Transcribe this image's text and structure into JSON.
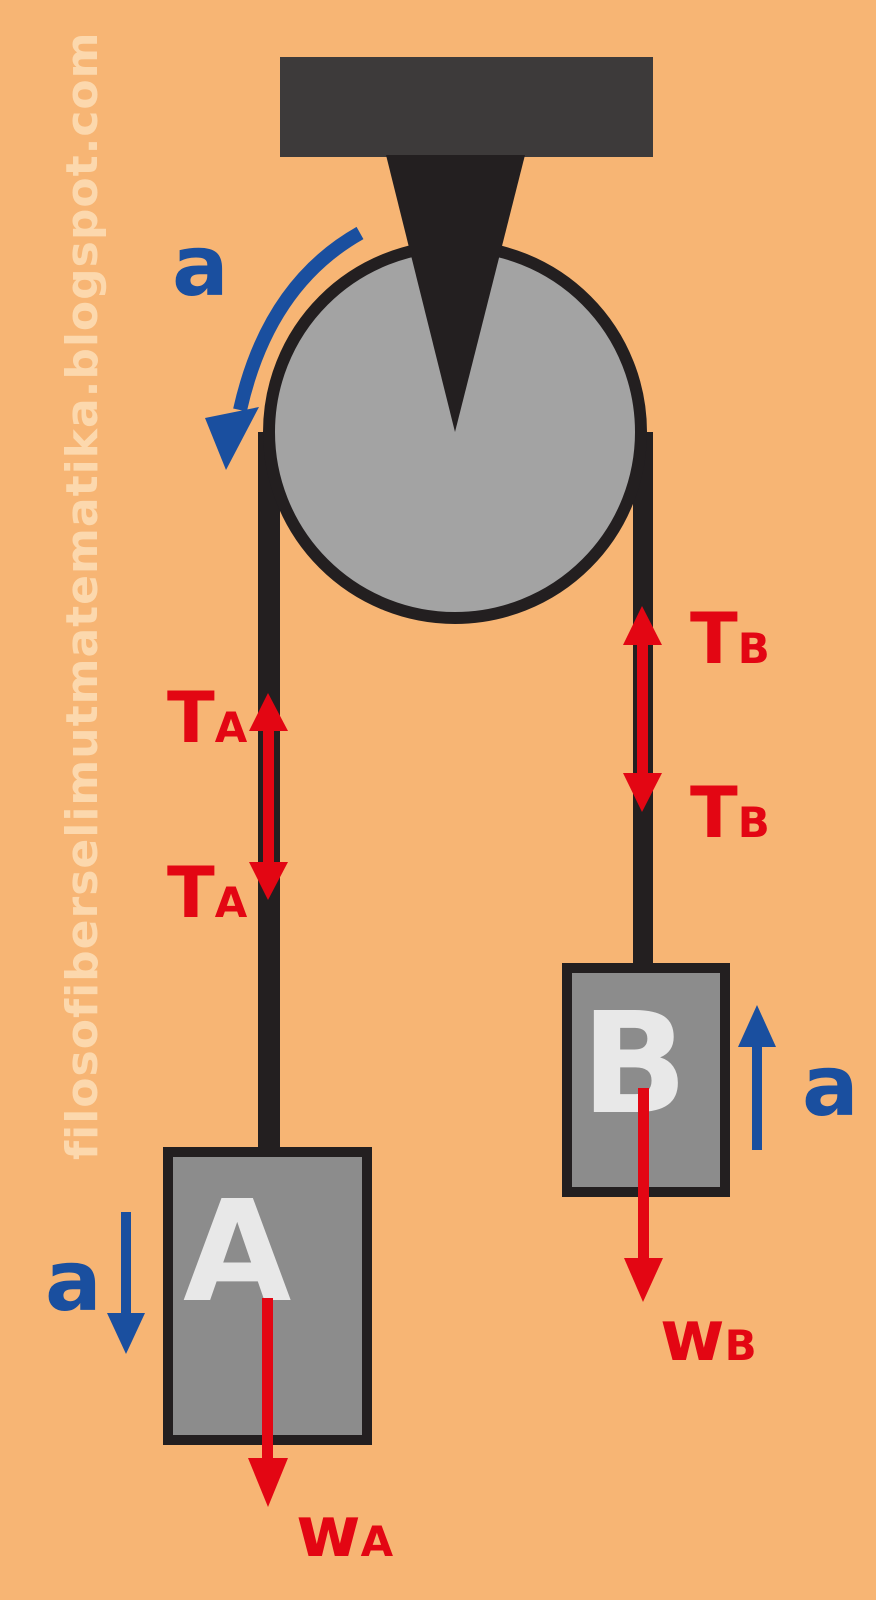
{
  "watermark": "filosofiberselimutmatematika.blogspot.com",
  "colors": {
    "background": "#f7b574",
    "support": "#3d3a3a",
    "pulley": "#a3a3a3",
    "block": "#8c8c8c",
    "rope": "#231f20",
    "force": "#e30613",
    "acceleration": "#1a4f9f",
    "block_label": "#e8e8e8"
  },
  "labels": {
    "pulley_accel": "a",
    "tension_a_main": "T",
    "tension_a_sub": "A",
    "tension_b_main": "T",
    "tension_b_sub": "B",
    "block_a": "A",
    "block_b": "B",
    "accel_a": "a",
    "accel_b": "a",
    "weight_a_main": "w",
    "weight_a_sub": "A",
    "weight_b_main": "w",
    "weight_b_sub": "B"
  }
}
